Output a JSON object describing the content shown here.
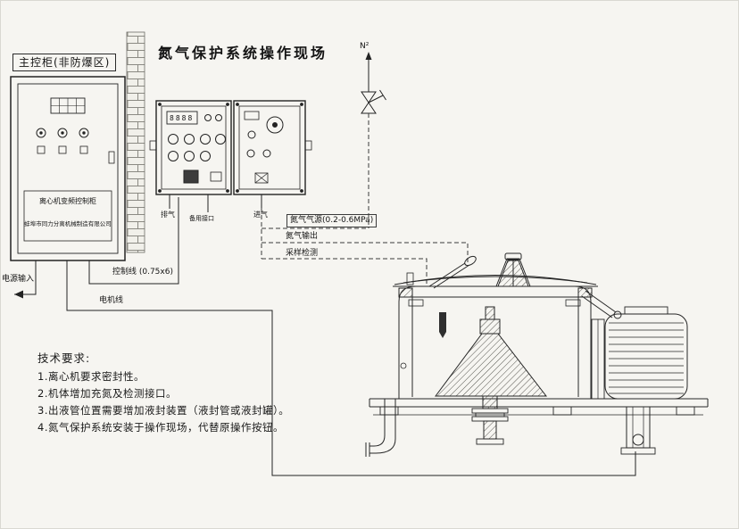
{
  "main_cabinet": {
    "title": "主控柜(非防爆区)",
    "panel_label_line1": "离心机变频控制柜",
    "panel_label_line2": "蚌埠市同力分离机械制造有限公司"
  },
  "nitrogen_panel": {
    "title": "氮气保护系统操作现场",
    "display_value": "8888",
    "ports": [
      {
        "label": "排气"
      },
      {
        "label": "备用接口"
      },
      {
        "label": "进气"
      }
    ]
  },
  "piping": {
    "n2_label": "N²",
    "gas_source_label": "氮气气源(0.2-0.6MPa)",
    "gas_output_label": "氮气输出",
    "sampling_label": "采样检测"
  },
  "wiring": {
    "power_input_label": "电源输入",
    "control_line_label": "控制线 (0.75x6)",
    "motor_line_label": "电机线"
  },
  "tech_requirements": {
    "title": "技术要求:",
    "items": [
      "1.离心机要求密封性。",
      "2.机体增加充氮及检测接口。",
      "3.出液管位置需要增加液封装置（液封管或液封罐）。",
      "4.氮气保护系统安装于操作现场，代替原操作按钮。"
    ]
  }
}
